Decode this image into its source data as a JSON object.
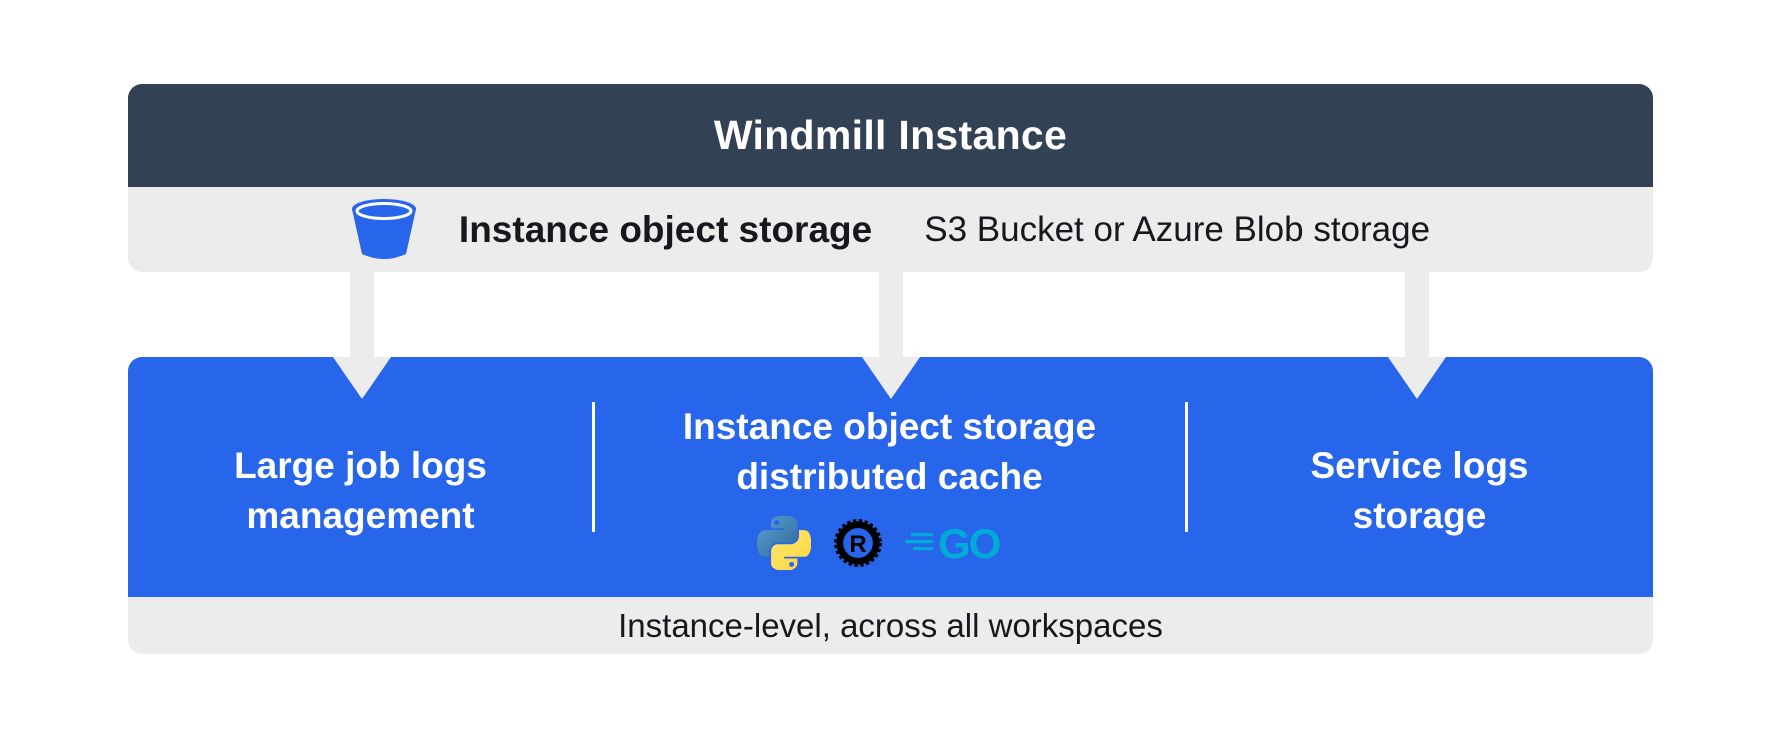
{
  "header": {
    "title": "Windmill Instance"
  },
  "storage_row": {
    "icon": "bucket-icon",
    "label": "Instance object storage",
    "description": "S3 Bucket or Azure Blob storage"
  },
  "features": [
    {
      "title": "Large job logs\nmanagement"
    },
    {
      "title": "Instance object storage\ndistributed cache",
      "languages": [
        "Python",
        "Rust",
        "Go"
      ]
    },
    {
      "title": "Service logs\nstorage"
    }
  ],
  "footer": {
    "caption": "Instance-level, across all workspaces"
  },
  "colors": {
    "header_bg": "#334155",
    "accent_blue": "#2765ea",
    "panel_gray": "#ececec",
    "divider_white": "#ffffff",
    "text_dark": "#16181d",
    "go_cyan": "#00ACD7",
    "python_blue": "#387EB8",
    "python_yellow": "#FFD43B",
    "rust_black": "#000000"
  }
}
